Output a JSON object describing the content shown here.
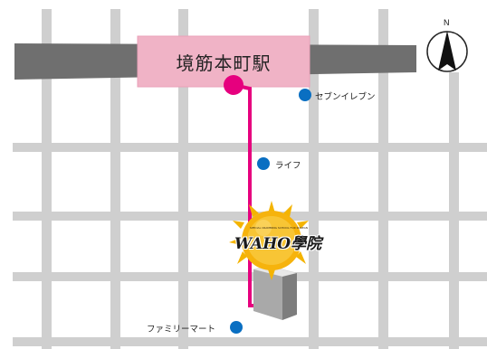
{
  "station": {
    "name": "境筋本町駅",
    "color": "#f0b3c6"
  },
  "route_color": "#e6007e",
  "poi_color": "#0a6fc2",
  "road_color": "#cfcfcf",
  "rail_color": "#6f6f6f",
  "pois": [
    {
      "id": "seven-eleven",
      "label": "セブンイレブン"
    },
    {
      "id": "life",
      "label": "ライフ"
    },
    {
      "id": "family-mart",
      "label": "ファミリーマート"
    }
  ],
  "compass": {
    "north_label": "N",
    "icon": "north-arrow-icon"
  },
  "destination": {
    "logo_text": "WAHO學院",
    "logo_subtext": "SPECIAL CRAMMING SCHOOL FOR KOREAN",
    "sun_color": "#f4b400",
    "building_icon": "building-icon"
  }
}
